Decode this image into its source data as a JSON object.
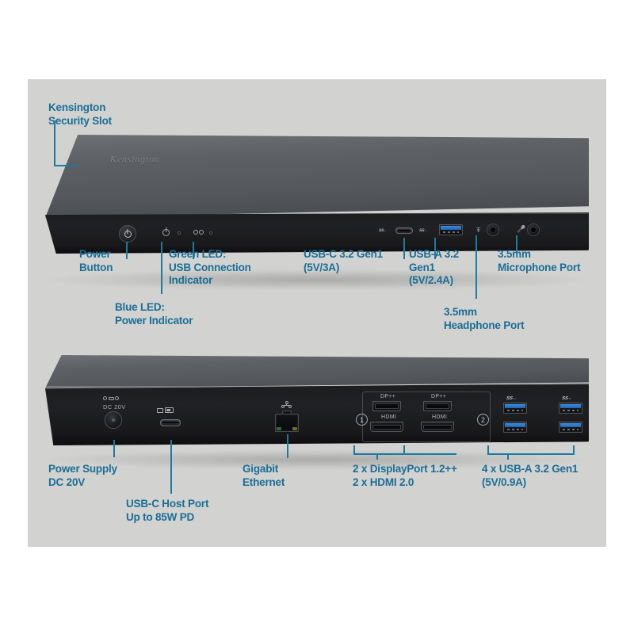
{
  "device": {
    "brand": "Kensington",
    "front": {
      "markings": {
        "ss_left": "SS←",
        "ss_right": "SS←",
        "headphone_icon": "headphone-icon",
        "mic_icon": "microphone-icon"
      }
    },
    "rear": {
      "dc_label": "DC 20V",
      "dp_label_1": "DP++",
      "dp_label_2": "DP++",
      "hdmi_label_1": "HDMI",
      "hdmi_label_2": "HDMI",
      "group_num_1": "1",
      "group_num_2": "2",
      "ss_marks": [
        "SS←",
        "SS←"
      ]
    }
  },
  "callouts": {
    "security_slot": "Kensington\nSecurity Slot",
    "power_button": "Power\nButton",
    "blue_led": "Blue LED:\nPower Indicator",
    "green_led": "Green LED:\nUSB Connection\nIndicator",
    "usb_c_front": "USB-C 3.2 Gen1\n(5V/3A)",
    "usb_a_front": "USB-A 3.2\nGen1\n(5V/2.4A)",
    "mic_port": "3.5mm\nMicrophone Port",
    "headphone_port": "3.5mm\nHeadphone Port",
    "power_supply": "Power Supply\nDC 20V",
    "usb_c_host": "USB-C Host Port\nUp to 85W PD",
    "gigabit_ethernet": "Gigabit\nEthernet",
    "video_outputs": "2 x DisplayPort 1.2++\n2 x HDMI 2.0",
    "usb_a_rear": "4 x USB-A 3.2 Gen1\n(5V/0.9A)"
  },
  "colors": {
    "callout_text": "#1a6e96",
    "leader_line": "#1b7ba0",
    "background": "#d2d2d0",
    "usb_blue": "#2f7fd6"
  }
}
